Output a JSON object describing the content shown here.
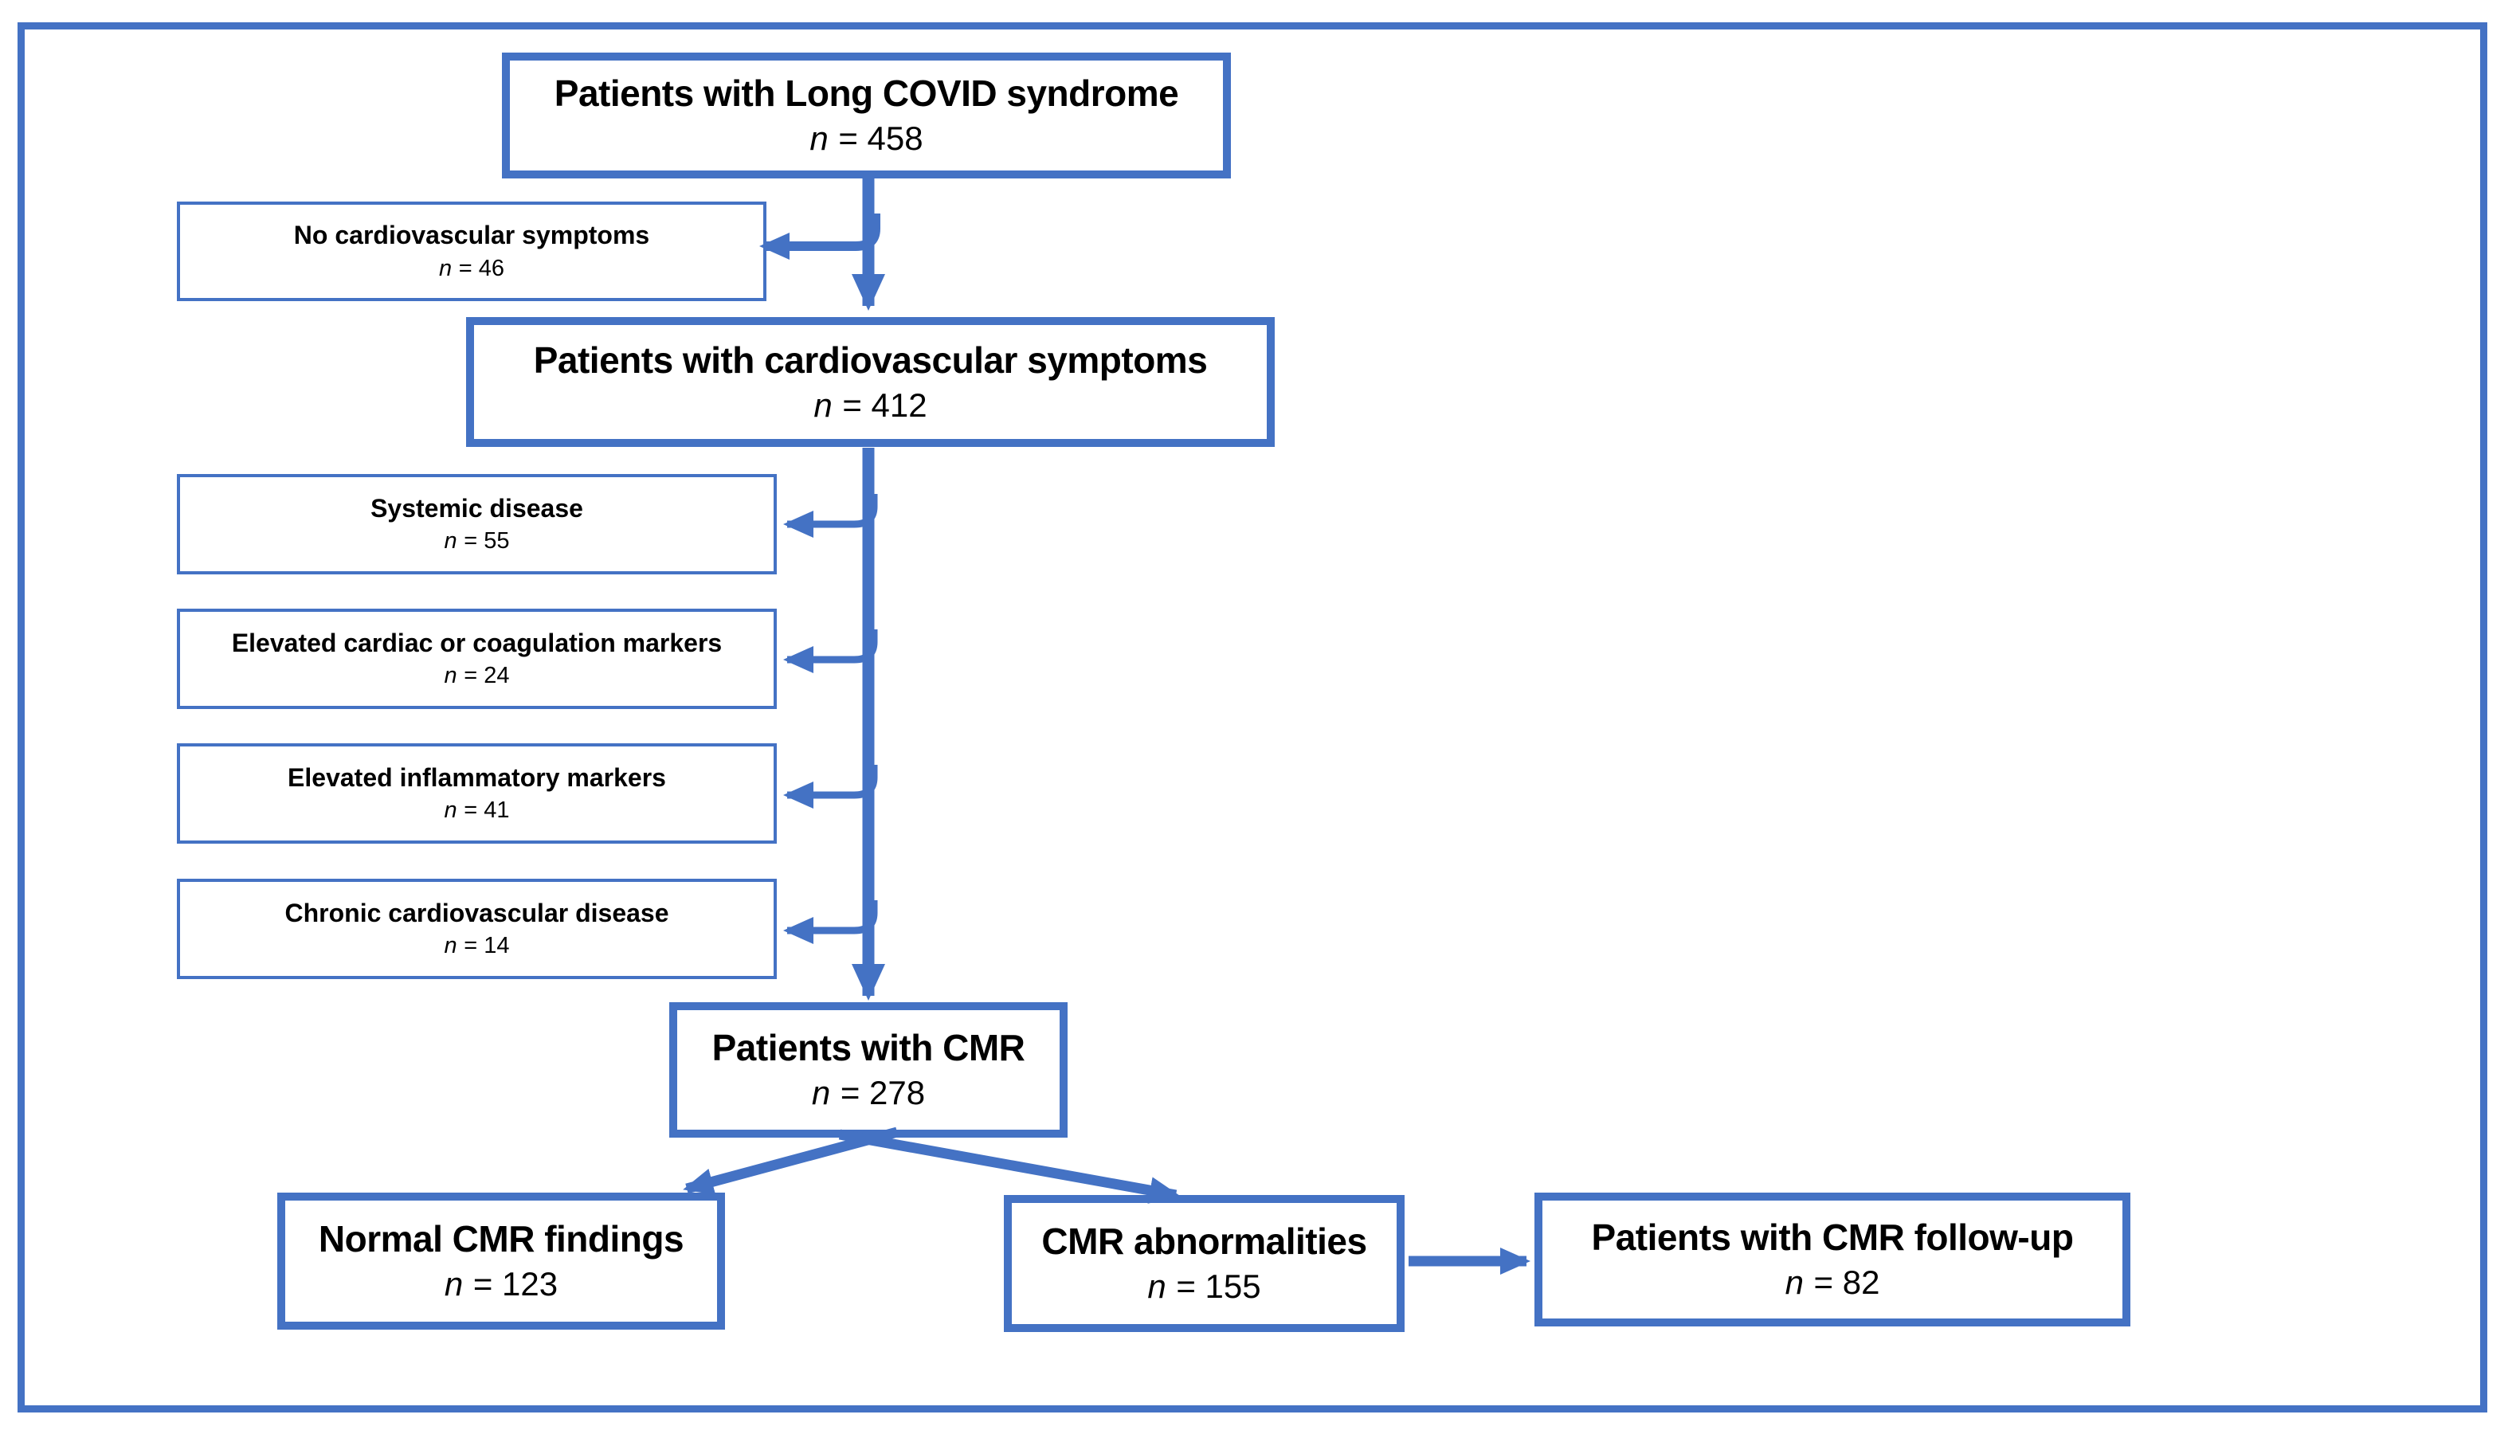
{
  "figure": {
    "colors": {
      "accent": "#4472C4",
      "text": "#000000",
      "background": "#FFFFFF"
    },
    "boxes": {
      "long_covid": {
        "title": "Patients with Long COVID syndrome",
        "n_label": "n",
        "n_value": "= 458"
      },
      "no_cardiovascular_symptoms": {
        "title": "No cardiovascular symptoms",
        "n_label": "n",
        "n_value": "= 46"
      },
      "cardiovascular_symptoms": {
        "title": "Patients with cardiovascular symptoms",
        "n_label": "n",
        "n_value": "= 412"
      },
      "systemic_disease": {
        "title": "Systemic disease",
        "n_label": "n",
        "n_value": "= 55"
      },
      "elevated_cardiac_markers": {
        "title": "Elevated cardiac or coagulation markers",
        "n_label": "n",
        "n_value": "= 24"
      },
      "elevated_inflammatory_markers": {
        "title": "Elevated inflammatory markers",
        "n_label": "n",
        "n_value": "= 41"
      },
      "chronic_cardiovascular_disease": {
        "title": "Chronic cardiovascular disease",
        "n_label": "n",
        "n_value": "= 14"
      },
      "patients_with_cmr": {
        "title": "Patients with CMR",
        "n_label": "n",
        "n_value": "= 278"
      },
      "normal_cmr_findings": {
        "title": "Normal CMR findings",
        "n_label": "n",
        "n_value": "= 123"
      },
      "cmr_abnormalities": {
        "title": "CMR abnormalities",
        "n_label": "n",
        "n_value": "= 155"
      },
      "cmr_followup": {
        "title": "Patients with CMR follow-up",
        "n_label": "n",
        "n_value": "= 82"
      }
    }
  }
}
